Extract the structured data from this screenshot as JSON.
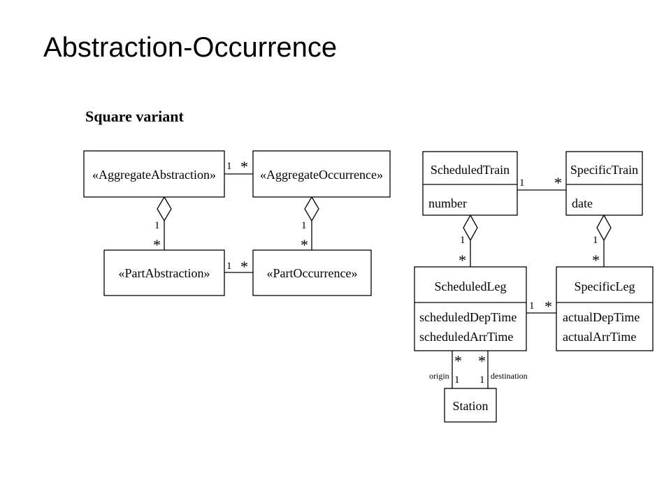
{
  "slide": {
    "title": "Abstraction-Occurrence",
    "subtitle": "Square variant"
  },
  "generic": {
    "aggregate_abstraction": "«AggregateAbstraction»",
    "aggregate_occurrence": "«AggregateOccurrence»",
    "part_abstraction": "«PartAbstraction»",
    "part_occurrence": "«PartOccurrence»",
    "mult_top_one": "1",
    "mult_top_many": "*",
    "mult_left_one": "1",
    "mult_left_many": "*",
    "mult_right_one": "1",
    "mult_right_many": "*",
    "mult_bottom_one": "1",
    "mult_bottom_many": "*"
  },
  "example": {
    "scheduled_train": {
      "name": "ScheduledTrain",
      "attrs": [
        "number"
      ]
    },
    "specific_train": {
      "name": "SpecificTrain",
      "attrs": [
        "date"
      ]
    },
    "scheduled_leg": {
      "name": "ScheduledLeg",
      "attrs": [
        "scheduledDepTime",
        "scheduledArrTime"
      ]
    },
    "specific_leg": {
      "name": "SpecificLeg",
      "attrs": [
        "actualDepTime",
        "actualArrTime"
      ]
    },
    "station": {
      "name": "Station"
    },
    "mult_train_one": "1",
    "mult_train_many": "*",
    "mult_left_one": "1",
    "mult_left_many": "*",
    "mult_right_one": "1",
    "mult_right_many": "*",
    "mult_leg_one": "1",
    "mult_leg_many": "*",
    "origin_label": "origin",
    "origin_many": "*",
    "origin_one": "1",
    "destination_label": "destination",
    "destination_many": "*",
    "destination_one": "1"
  }
}
